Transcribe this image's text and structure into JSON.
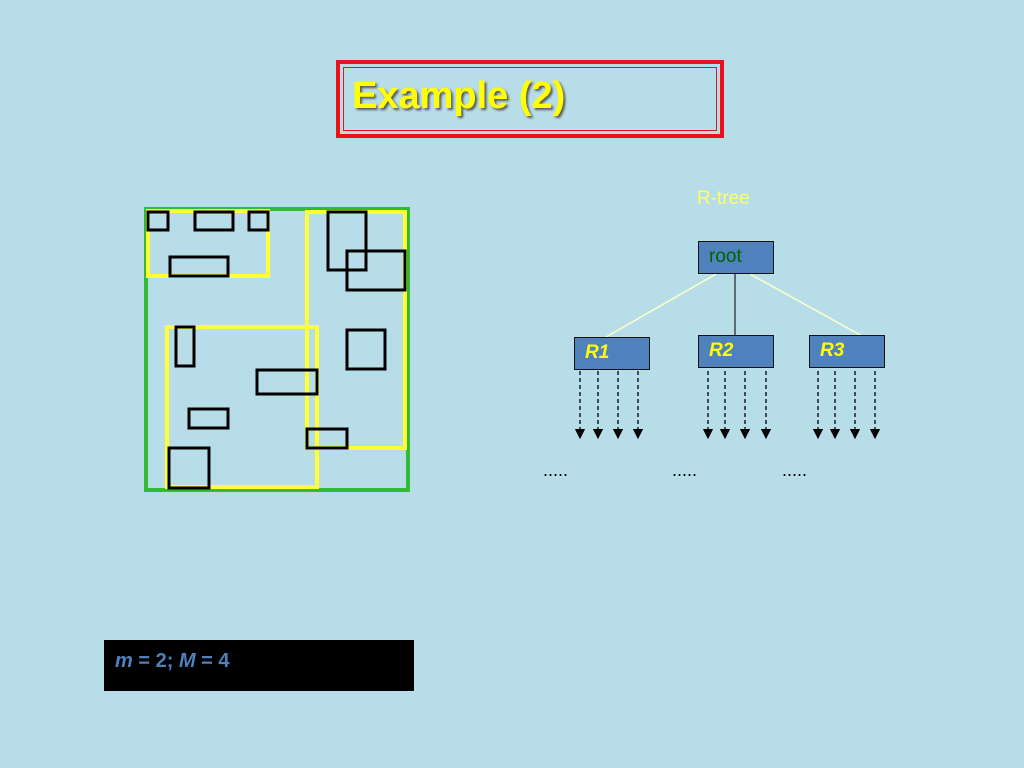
{
  "slide": {
    "title": "Example (2)",
    "rtree_label": "R-tree"
  },
  "tree": {
    "root": "root",
    "children": [
      "R1",
      "R2",
      "R3"
    ],
    "ellipses": [
      ".....",
      ".....",
      "....."
    ]
  },
  "params": {
    "m_var": "m",
    "m_eq": " = 2; ",
    "M_var": "M",
    "M_eq": " = 4"
  },
  "colors": {
    "background": "#b7dde8",
    "title_border": "#e8121c",
    "title_text": "#ffff00",
    "outer_mbr": "#33bb33",
    "inner_mbr": "#ffff33",
    "node_fill": "#4f81bd",
    "param_box": "#000000",
    "param_text": "#4f81bd"
  }
}
